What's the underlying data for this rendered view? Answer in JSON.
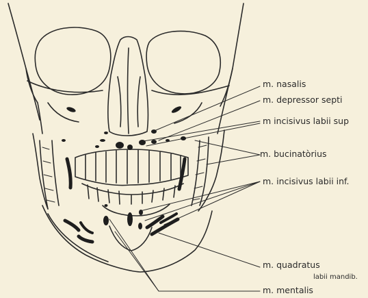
{
  "colors": {
    "paper": "#f6f0dc",
    "ink": "#2a2a2a",
    "muscle": "#1e1e1e"
  },
  "labels": {
    "nasalis": "m. nasalis",
    "depressor_septi": "m. depressor septi",
    "incisivus_labii_sup": "m incisivus labii sup",
    "bucinatorius": "m. bucinatòrius",
    "incisivus_labii_inf": "m. incisivus labii inf.",
    "quadratus": "m. quadratus",
    "labii_mandib": "labii mandib.",
    "mentalis": "m. mentalis"
  }
}
